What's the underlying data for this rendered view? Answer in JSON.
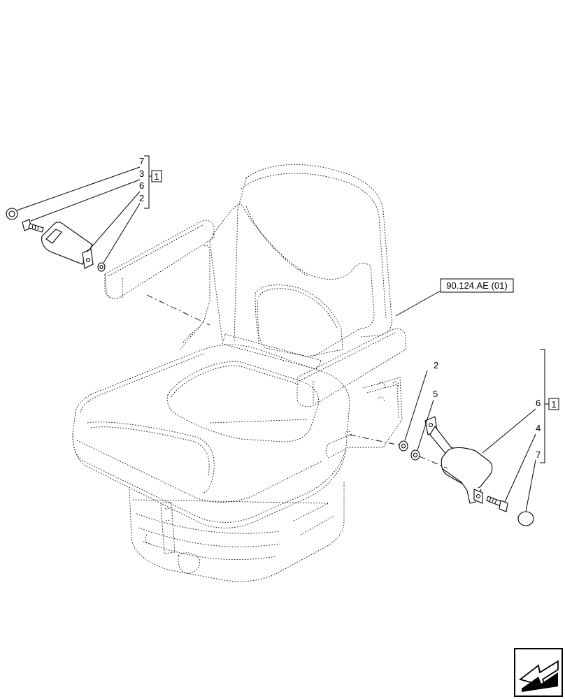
{
  "left_group": {
    "callouts": [
      "7",
      "3",
      "6",
      "2"
    ],
    "group_label": "1"
  },
  "right_group": {
    "callouts": [
      "6",
      "4",
      "7"
    ],
    "group_label": "1"
  },
  "standalone_callouts": [
    "2",
    "5"
  ],
  "reference": "90.124.AE (01)",
  "nav_icon": "next-page-arrow-icon"
}
